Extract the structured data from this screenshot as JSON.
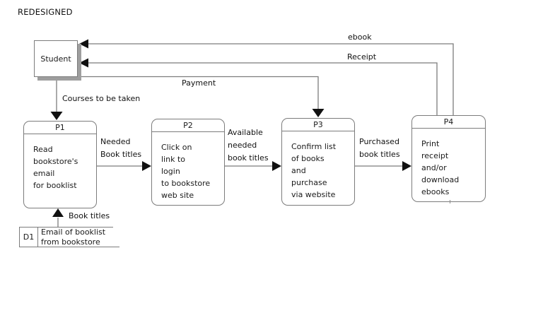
{
  "title": "REDESIGNED",
  "colors": {
    "background": "#ffffff",
    "line": "#7c7c7c",
    "arrowhead": "#111111",
    "box_border": "#7c7c7c",
    "entity_shadow": "#9e9e9e",
    "text": "#111111"
  },
  "entities": {
    "student": {
      "label": "Student"
    }
  },
  "processes": [
    {
      "id": "P1",
      "body": "Read\nbookstore's\nemail\nfor booklist"
    },
    {
      "id": "P2",
      "body": "Click on\nlink to\nlogin\nto bookstore\nweb site"
    },
    {
      "id": "P3",
      "body": "Confirm list\nof books\nand\npurchase\nvia website"
    },
    {
      "id": "P4",
      "body": "Print\nreceipt\nand/or\ndownload\nebooks"
    }
  ],
  "data_store": {
    "id": "D1",
    "label": "Email of booklist\nfrom bookstore"
  },
  "flows": {
    "ebook": {
      "label": "ebook",
      "from": "P4",
      "to": "Student"
    },
    "receipt": {
      "label": "Receipt",
      "from": "P4",
      "to": "Student"
    },
    "payment": {
      "label": "Payment",
      "from": "Student",
      "to": "P3"
    },
    "courses": {
      "label": "Courses to be taken",
      "from": "Student",
      "to": "P1"
    },
    "needed": {
      "label": "Needed\nBook titles",
      "from": "P1",
      "to": "P2"
    },
    "available": {
      "label": "Available\nneeded\nbook titles",
      "from": "P2",
      "to": "P3"
    },
    "purchased": {
      "label": "Purchased\nbook titles",
      "from": "P3",
      "to": "P4"
    },
    "book_titles": {
      "label": "Book titles",
      "from": "D1",
      "to": "P1"
    }
  }
}
